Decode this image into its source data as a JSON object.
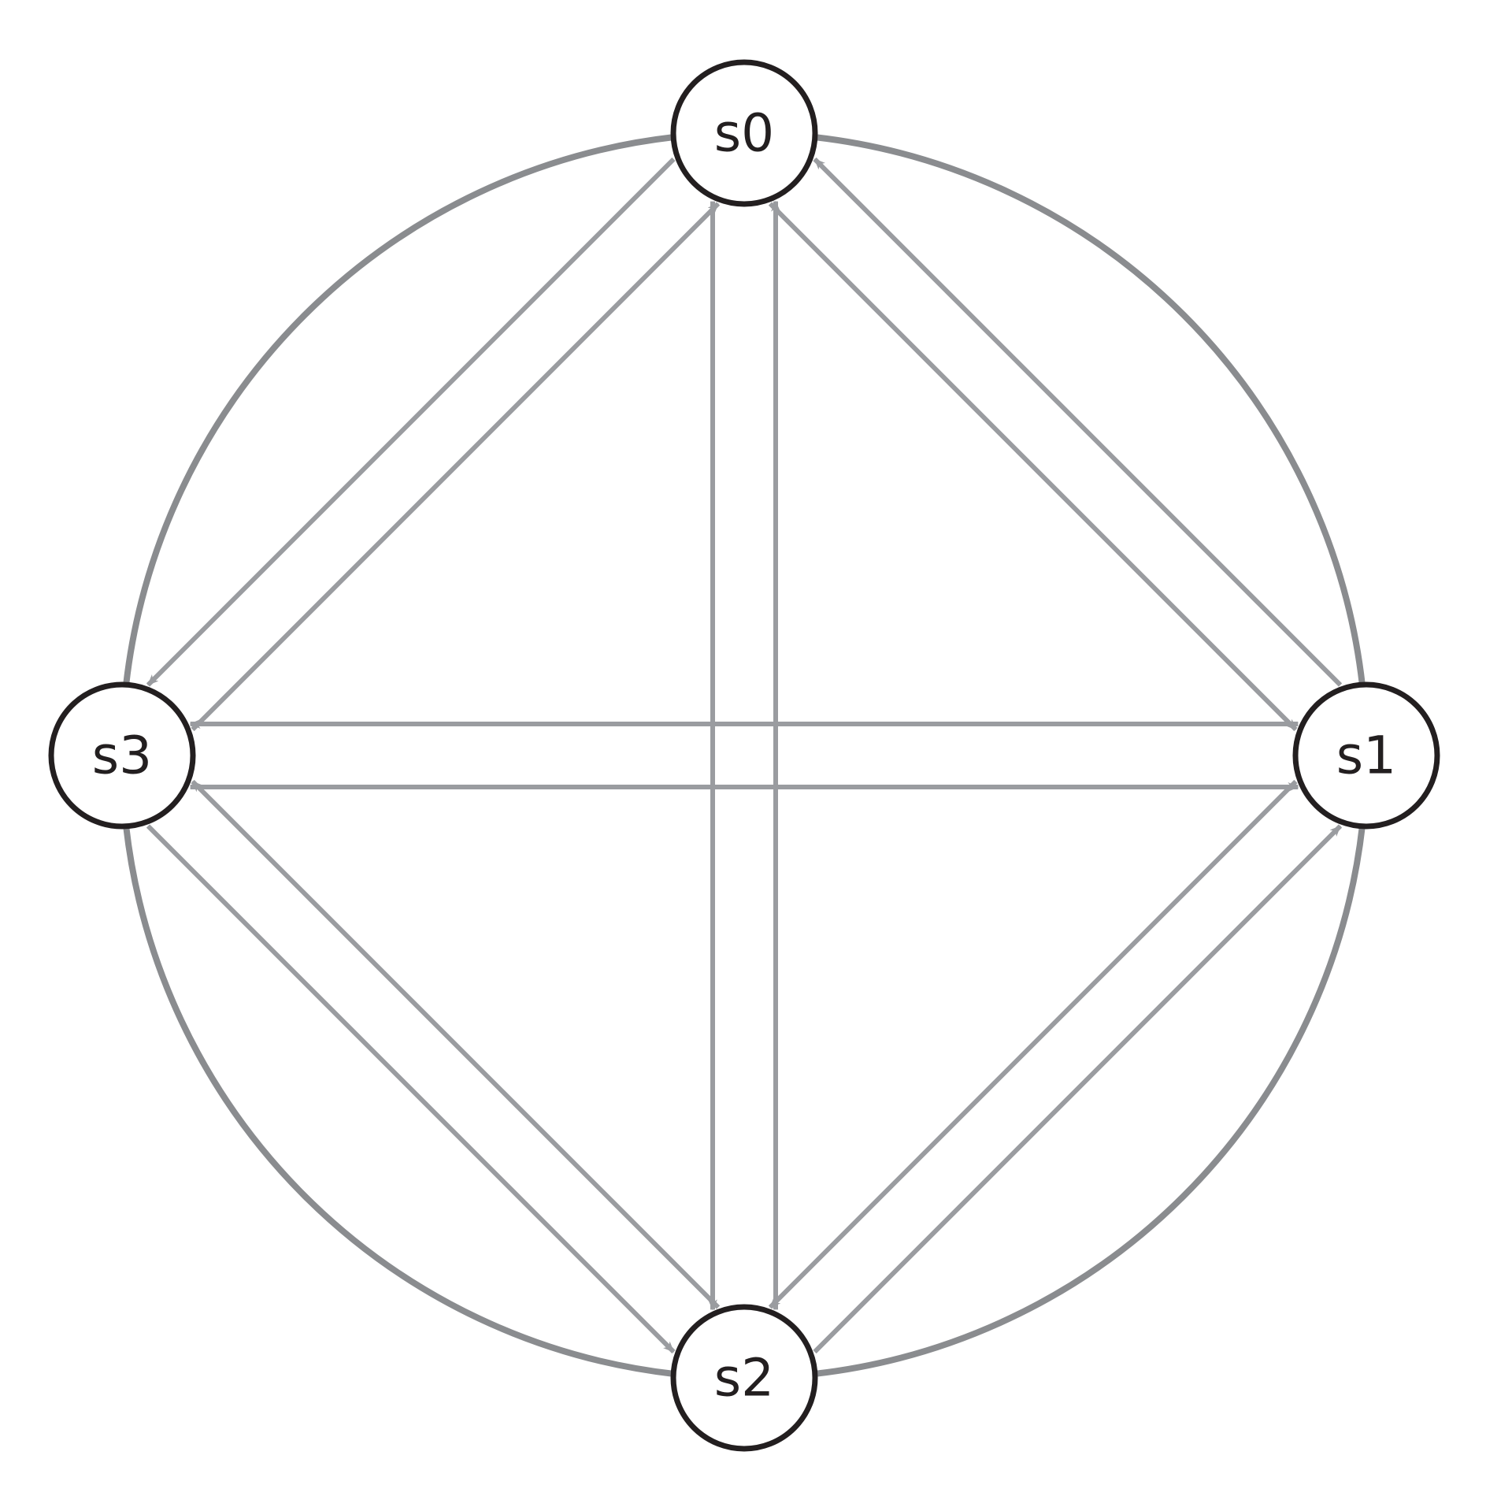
{
  "diagram": {
    "type": "directed-graph",
    "colors": {
      "background": "#ffffff",
      "node_border": "#231f20",
      "node_fill": "#ffffff",
      "label": "#231f20",
      "ring": "#8a8c8f",
      "edge": "#9a9ca0"
    },
    "nodes": [
      {
        "id": "s0",
        "label": "s0"
      },
      {
        "id": "s1",
        "label": "s1"
      },
      {
        "id": "s2",
        "label": "s2"
      },
      {
        "id": "s3",
        "label": "s3"
      }
    ],
    "ring_edges": [
      {
        "from": "s0",
        "to": "s1"
      },
      {
        "from": "s1",
        "to": "s2"
      },
      {
        "from": "s2",
        "to": "s3"
      },
      {
        "from": "s3",
        "to": "s0"
      }
    ],
    "directed_edges": [
      {
        "from": "s0",
        "to": "s3"
      },
      {
        "from": "s3",
        "to": "s0"
      },
      {
        "from": "s0",
        "to": "s1"
      },
      {
        "from": "s1",
        "to": "s0"
      },
      {
        "from": "s0",
        "to": "s2"
      },
      {
        "from": "s2",
        "to": "s0"
      },
      {
        "from": "s1",
        "to": "s3"
      },
      {
        "from": "s3",
        "to": "s1"
      },
      {
        "from": "s3",
        "to": "s2"
      },
      {
        "from": "s2",
        "to": "s3"
      },
      {
        "from": "s2",
        "to": "s1"
      },
      {
        "from": "s1",
        "to": "s2"
      }
    ]
  }
}
